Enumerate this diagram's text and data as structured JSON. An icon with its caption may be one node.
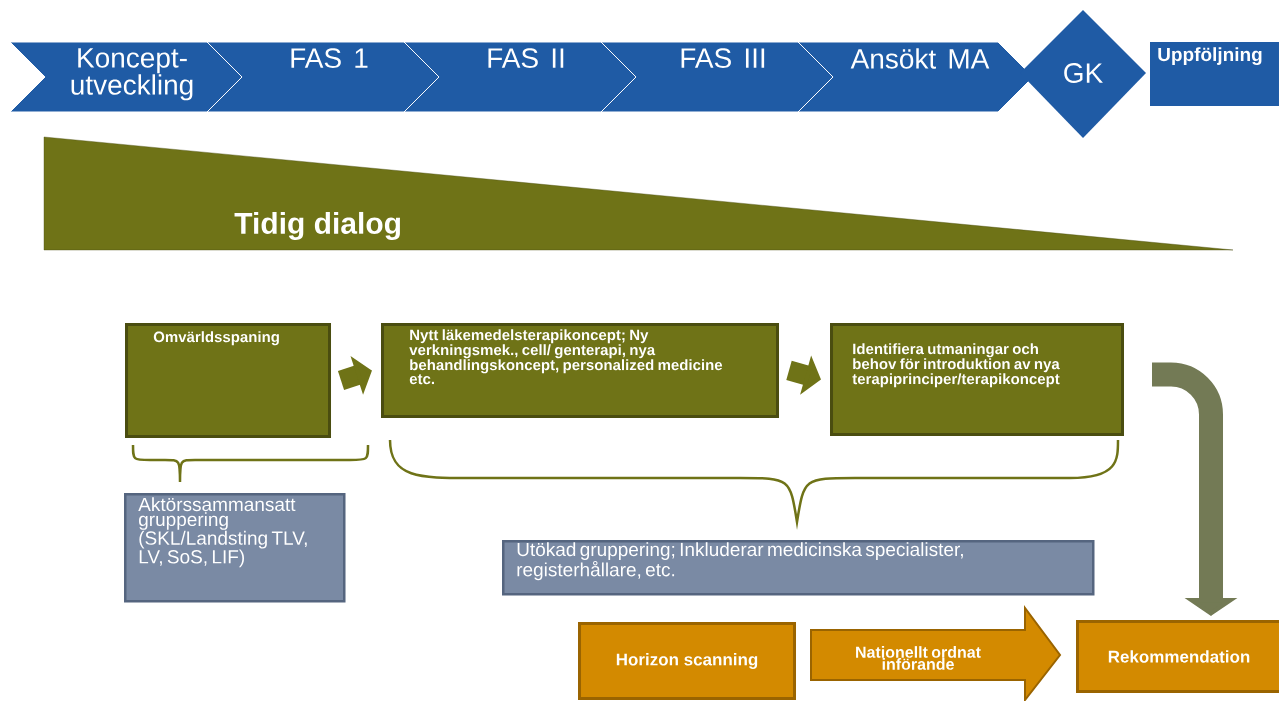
{
  "diagram": {
    "nodes": [
      {
        "text": [
          "Koncept- utveckling"
        ]
      },
      {
        "text": [
          "FAS 1"
        ]
      },
      {
        "text": [
          "FAS II"
        ]
      },
      {
        "text": [
          "FAS III"
        ]
      },
      {
        "text": [
          "Ansökt MA"
        ]
      },
      {
        "text": [
          "GK"
        ]
      },
      {
        "text": [
          "Uppföljning"
        ]
      },
      {
        "text": [
          "Tidig dialog"
        ]
      },
      {
        "text": [
          "Omvärldsspaning"
        ]
      },
      {
        "text": [
          "Nytt läkemedelsterapikoncept; Ny verkningsmek., cell/ genterapi, nya behandlingskoncept, personalized medicine etc."
        ]
      },
      {
        "text": [
          "Identifiera utmaningar och behov för introduktion av nya terapiprinciper/terapikoncept"
        ]
      },
      {
        "text": [
          "Aktörssammansatt gruppering (SKL/Landsting TLV, LV, SoS, LIF)"
        ]
      },
      {
        "text": [
          "Utökad gruppering; Inkluderar medicinska specialister, registerhållare, etc."
        ]
      },
      {
        "text": [
          "Horizon scanning"
        ]
      },
      {
        "text": [
          "Nationellt ordnat införande"
        ]
      },
      {
        "text": [
          "Rekommendation"
        ]
      }
    ],
    "edges": [
      {
        "from": 8,
        "to": 9,
        "arrow": "to"
      },
      {
        "from": 9,
        "to": 10,
        "arrow": "to"
      },
      {
        "from": 10,
        "to": 15,
        "arrow": "to",
        "color": "#737a55"
      }
    ]
  }
}
